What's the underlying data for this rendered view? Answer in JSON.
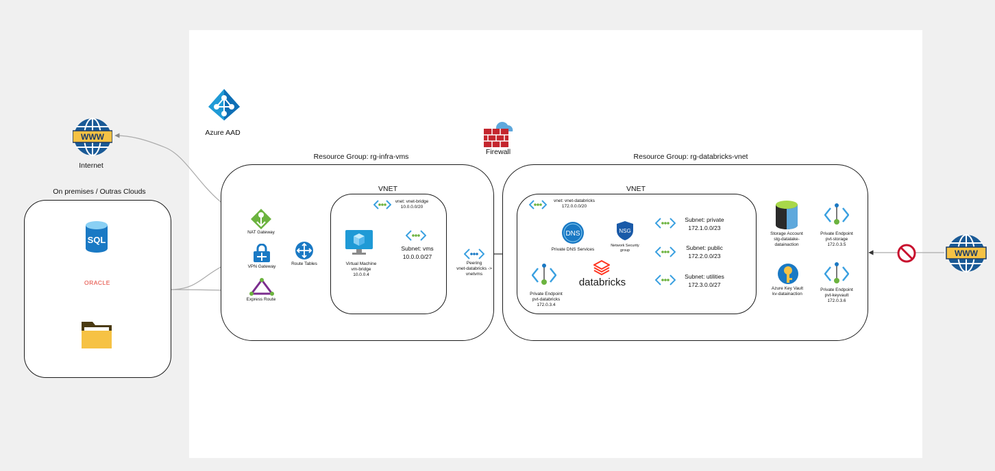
{
  "aad": {
    "label": "Azure AAD"
  },
  "internet": {
    "label": "Internet"
  },
  "firewall": {
    "label": "Firewall"
  },
  "onprem": {
    "title": "On premises / Outras Clouds",
    "sql": "SQL",
    "oracle": "ORACLE"
  },
  "rg_infra": {
    "title": "Resource Group: rg-infra-vms",
    "nat": "NAT Gateway",
    "vpn": "VPN Gateway",
    "express": "Express Route",
    "route_tables": "Route Tables",
    "vnet": {
      "title": "VNET",
      "name": "vnet: vnet-bridge",
      "cidr": "10.0.0.0/20",
      "vm_lines": [
        "Virtual Machine",
        "vm-bridge",
        "10.0.0.4"
      ],
      "subnet_name": "Subnet: vms",
      "subnet_cidr": "10.0.0.0/27"
    }
  },
  "peering": {
    "lines": [
      "Peering",
      "vnet-databricks ->",
      "vnetvms"
    ]
  },
  "rg_databricks": {
    "title": "Resource Group: rg-databricks-vnet",
    "vnet": {
      "title": "VNET",
      "name": "vnet: vnet-databricks",
      "cidr": "172.0.0.0/20",
      "dns_label": "Private DNS Services",
      "dns_icon": "DNS",
      "nsg_icon": "NSG",
      "nsg_lines": [
        "Network Security",
        "group"
      ],
      "databricks": "databricks",
      "pe_lines": [
        "Private Endpoint",
        "pvt-databricks",
        "172.0.3.4"
      ],
      "subnets": [
        {
          "name": "Subnet: private",
          "cidr": "172.1.0.0/23"
        },
        {
          "name": "Subnet: public",
          "cidr": "172.2.0.0/23"
        },
        {
          "name": "Subnet: utilities",
          "cidr": "172.3.0.0/27"
        }
      ]
    },
    "storage_lines": [
      "Storage Account",
      "stg-datalake-",
      "datainaction"
    ],
    "pe_storage_lines": [
      "Private Endpoint",
      "pvt-storage",
      "172.0.3.5"
    ],
    "keyvault_lines": [
      "Azure Key Vault",
      "kv-datainaction"
    ],
    "pe_keyvault_lines": [
      "Private Endpoint",
      "pvt-keyvault",
      "172.0.3.6"
    ]
  },
  "www_text": "WWW",
  "colors": {
    "azure_blue": "#0078d4",
    "firewall_red": "#c4262e",
    "databricks_red": "#ff3621",
    "nat_green": "#5ea52e",
    "express_purple": "#7b2d8e",
    "block_red": "#c8102e"
  }
}
